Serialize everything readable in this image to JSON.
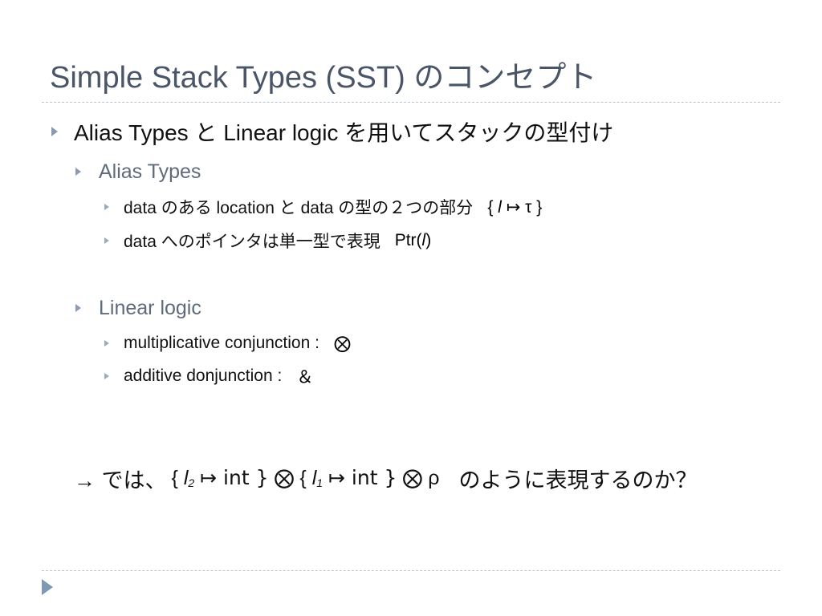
{
  "slide": {
    "title": "Simple Stack Types (SST) のコンセプト",
    "main_bullet": "Alias Types と Linear logic を用いてスタックの型付け",
    "sections": [
      {
        "heading": "Alias Types",
        "items": [
          {
            "text": "data のある location と data の型の２つの部分",
            "formula": {
              "open": "{",
              "var": "l",
              "op": "↦",
              "rest": "τ }"
            }
          },
          {
            "text": "data へのポインタは単一型で表現",
            "formula": {
              "prefix": "Ptr(",
              "var": "l",
              "suffix": ")"
            }
          }
        ]
      },
      {
        "heading": "Linear logic",
        "items": [
          {
            "text": "multiplicative conjunction :",
            "symbol": "⨂"
          },
          {
            "text": "additive donjunction :",
            "symbol": "＆"
          }
        ]
      }
    ],
    "question": {
      "lead": "→ では、",
      "part1_open": "{",
      "part1_var": "l",
      "part1_sub": "2",
      "part1_rest": "↦ int }",
      "otimes1": "⨂",
      "part2_open": "{",
      "part2_var": "l",
      "part2_sub": "1",
      "part2_rest": "↦ int }",
      "otimes2": "⨂",
      "rho": "ρ",
      "tail": "のように表現するのか？"
    }
  },
  "colors": {
    "title": "#4a5568",
    "sub_heading": "#5f6b7a",
    "bullet_marker": "#8a9bb0",
    "rule": "#b8c4d0",
    "nav_arrow": "#7f98b3"
  },
  "icons": {
    "bullet": "triangle-right-icon",
    "nav": "play-arrow-icon"
  }
}
